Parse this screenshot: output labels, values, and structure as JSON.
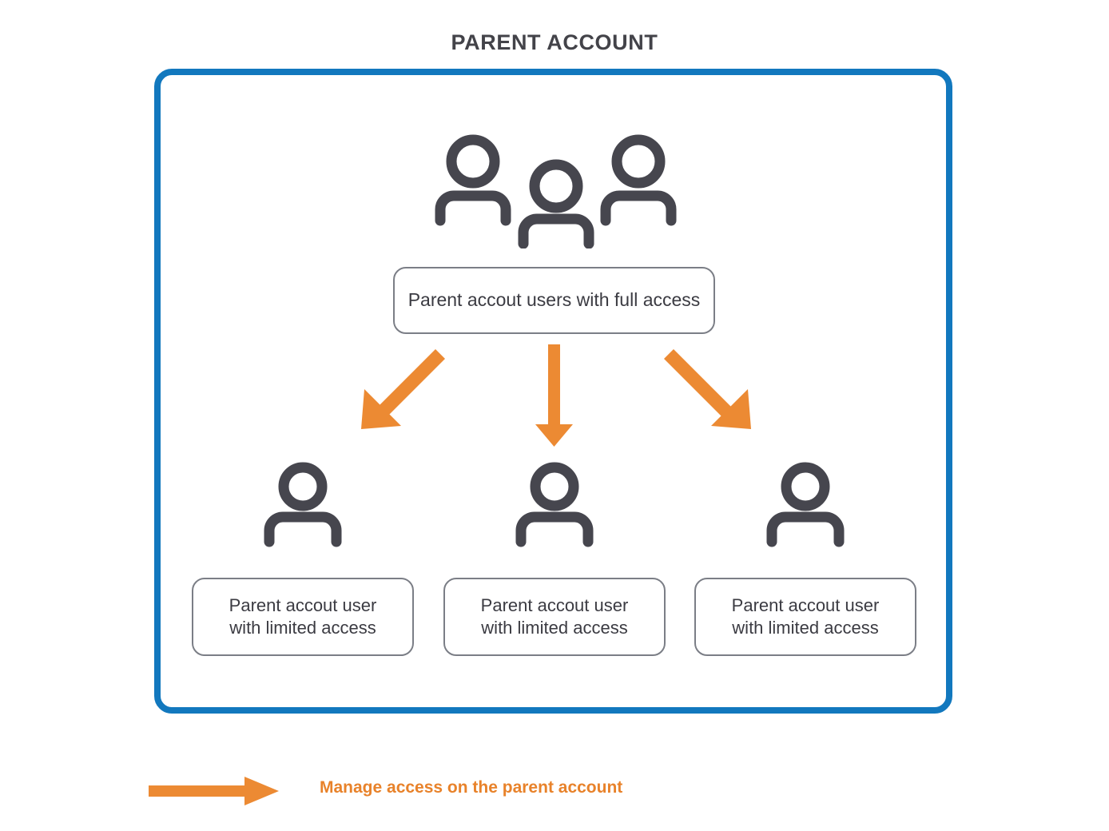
{
  "page": {
    "title": "PARENT ACCOUNT",
    "background_color": "#ffffff"
  },
  "colors": {
    "frame_blue": "#1278be",
    "arrow_orange": "#ec8a33",
    "icon_dark": "#46464e",
    "box_border_gray": "#7b7e86",
    "title_text": "#434349",
    "body_text": "#3b3b42",
    "legend_text": "#e8822a"
  },
  "frame": {
    "name": "parent-account-container"
  },
  "top_node": {
    "icon": "people-group-icon",
    "label": "Parent accout users with full access"
  },
  "arrows": [
    {
      "name": "arrow-to-left-child",
      "direction": "down-left"
    },
    {
      "name": "arrow-to-center-child",
      "direction": "down"
    },
    {
      "name": "arrow-to-right-child",
      "direction": "down-right"
    }
  ],
  "child_nodes": [
    {
      "icon": "person-icon",
      "line1": "Parent accout user",
      "line2": "with limited access"
    },
    {
      "icon": "person-icon",
      "line1": "Parent accout user",
      "line2": "with limited access"
    },
    {
      "icon": "person-icon",
      "line1": "Parent accout user",
      "line2": "with limited access"
    }
  ],
  "legend": {
    "icon": "right-arrow-icon",
    "text": "Manage access on the parent account"
  }
}
